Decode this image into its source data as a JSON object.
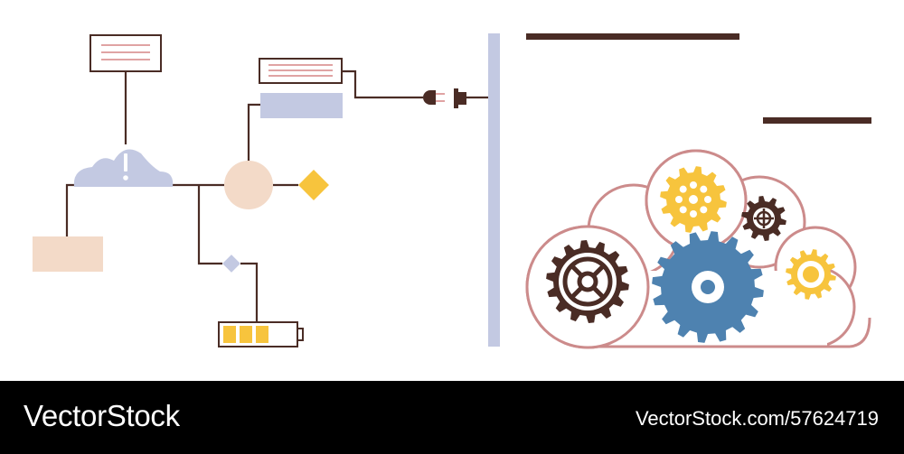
{
  "watermark": {
    "brand": "VectorStock",
    "url_id": "VectorStock.com/57624719"
  },
  "diagram": {
    "nodes": [
      {
        "id": "top-note",
        "kind": "note"
      },
      {
        "id": "alert-cloud",
        "kind": "cloud",
        "glyph": "!"
      },
      {
        "id": "peach-block",
        "kind": "block"
      },
      {
        "id": "hub-circle",
        "kind": "circle"
      },
      {
        "id": "gold-diamond",
        "kind": "diamond"
      },
      {
        "id": "small-diamond",
        "kind": "diamond"
      },
      {
        "id": "battery",
        "kind": "battery",
        "cells": 3
      },
      {
        "id": "upper-note",
        "kind": "note"
      },
      {
        "id": "blue-block",
        "kind": "block"
      },
      {
        "id": "power-plug",
        "kind": "plug"
      },
      {
        "id": "gear-cloud",
        "kind": "cloud",
        "gears": 5
      }
    ]
  },
  "colors": {
    "line": "#4a2c25",
    "lavender": "#c3c9e2",
    "peach": "#f3dac8",
    "gold": "#f7c43d",
    "blue_gear": "#4e82b0",
    "brown": "#4a2c25",
    "pink_outline": "#cc8b8b",
    "note_line": "#e0a3a3"
  }
}
